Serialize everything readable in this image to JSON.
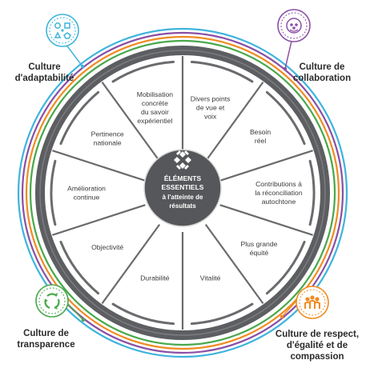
{
  "center": {
    "title_line1": "ÉLÉMENTS",
    "title_line2": "ESSENTIELS",
    "subtitle_line1": "à l'atteinte de",
    "subtitle_line2": "résultats"
  },
  "segments": [
    {
      "id": "mobilisation",
      "lines": [
        "Mobilisation",
        "concrète",
        "du savoir",
        "expérientiel"
      ]
    },
    {
      "id": "divers-points",
      "lines": [
        "Divers points",
        "de vue et",
        "voix"
      ]
    },
    {
      "id": "besoin-reel",
      "lines": [
        "Besoin",
        "réel"
      ]
    },
    {
      "id": "contributions",
      "lines": [
        "Contributions à",
        "la réconciliation",
        "autochtone"
      ]
    },
    {
      "id": "equite",
      "lines": [
        "Plus grande",
        "équité"
      ]
    },
    {
      "id": "vitalite",
      "lines": [
        "Vitalité"
      ]
    },
    {
      "id": "durabilite",
      "lines": [
        "Durabilité"
      ]
    },
    {
      "id": "objectivite",
      "lines": [
        "Objectivité"
      ]
    },
    {
      "id": "amelioration",
      "lines": [
        "Amélioration",
        "continue"
      ]
    },
    {
      "id": "pertinence",
      "lines": [
        "Pertinence",
        "nationale"
      ]
    }
  ],
  "cultures": {
    "adaptabilite": {
      "line1": "Culture",
      "line2": "d'adaptabilité",
      "icon": "shapes-icon",
      "color": "#3fb4dc"
    },
    "collaboration": {
      "line1": "Culture de",
      "line2": "collaboration",
      "icon": "people-icon",
      "color": "#8a4fa5"
    },
    "transparence": {
      "line1": "Culture de",
      "line2": "transparence",
      "icon": "recycle-icon",
      "color": "#48a84a"
    },
    "respect": {
      "line1": "Culture de respect,",
      "line2": "d'égalité et de",
      "line3": "compassion",
      "icon": "group-icon",
      "color": "#ef8c22"
    }
  },
  "colors": {
    "ring_outer": "#3fb4dc",
    "ring_purple": "#8a4fa5",
    "ring_orange": "#ef8c22",
    "ring_green": "#48a84a",
    "wheel_border": "#5d5e61",
    "center_fill": "#56575a",
    "spoke": "#6a6b6e"
  }
}
